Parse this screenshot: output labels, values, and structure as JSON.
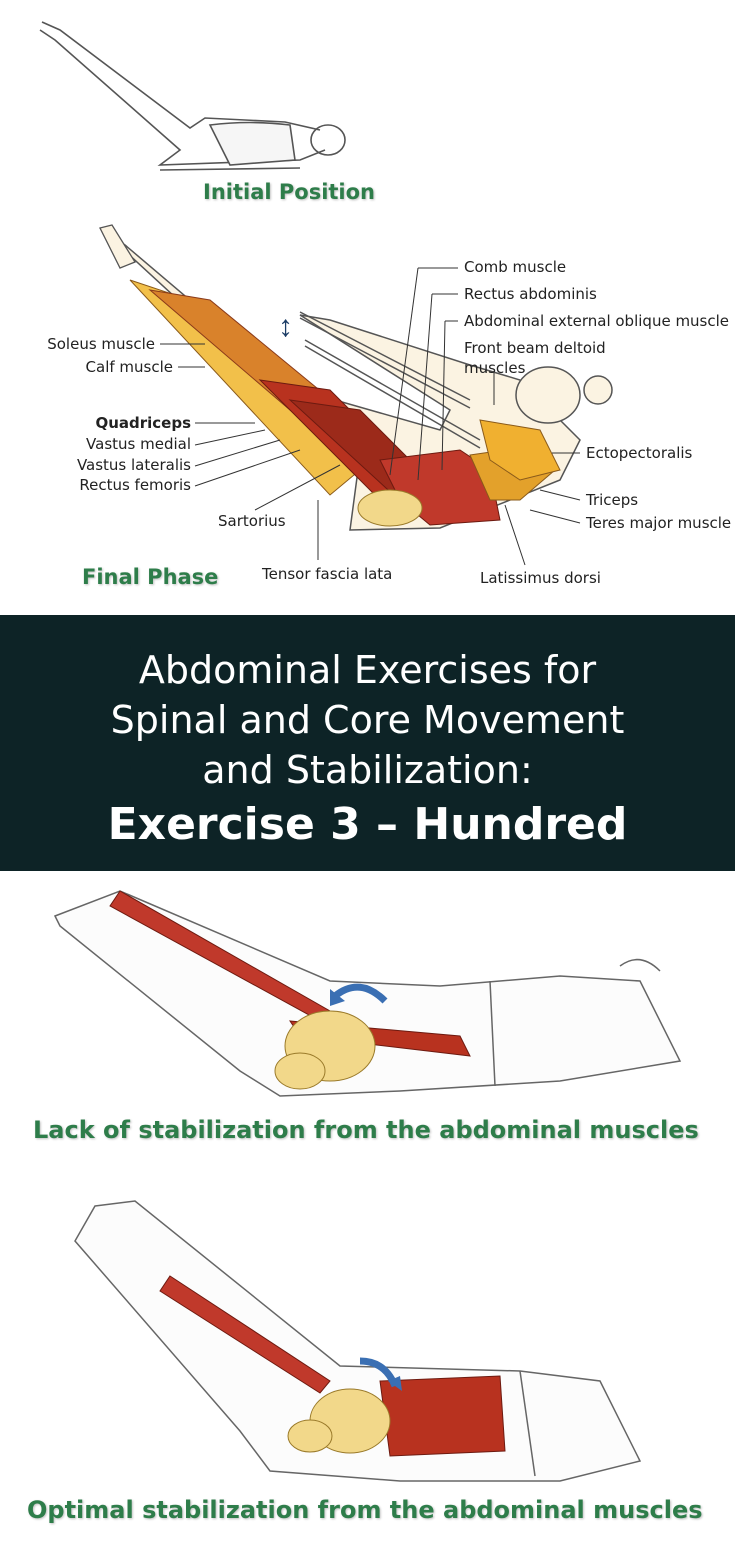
{
  "top": {
    "initial_caption": "Initial Position",
    "final_caption": "Final Phase",
    "labels_left": {
      "soleus": "Soleus muscle",
      "calf": "Calf muscle",
      "quadriceps": "Quadriceps",
      "vastus_medial": "Vastus medial",
      "vastus_lateralis": "Vastus lateralis",
      "rectus_femoris": "Rectus femoris",
      "sartorius": "Sartorius",
      "tensor": "Tensor fascia lata"
    },
    "labels_right": {
      "comb": "Comb muscle",
      "rectus_abdominis": "Rectus abdominis",
      "external_oblique": "Abdominal external oblique muscle",
      "front_deltoid_1": "Front beam deltoid",
      "front_deltoid_2": "muscles",
      "ectopectoralis": "Ectopectoralis",
      "triceps": "Triceps",
      "teres_major": "Teres major muscle",
      "latissimus": "Latissimus dorsi"
    }
  },
  "banner": {
    "line1": "Abdominal Exercises for",
    "line2": "Spinal and Core Movement",
    "line3": "and Stabilization:",
    "title": "Exercise 3 – Hundred"
  },
  "lack": {
    "caption": "Lack of stabilization from the abdominal muscles"
  },
  "optimal": {
    "caption": "Optimal stabilization from the abdominal muscles"
  },
  "colors": {
    "caption_green": "#2e7d4a",
    "banner_bg": "#0d2326",
    "muscle_red": "#b8321f",
    "bone_yellow": "#f2d88a",
    "arrow_blue": "#3a6fb3"
  }
}
